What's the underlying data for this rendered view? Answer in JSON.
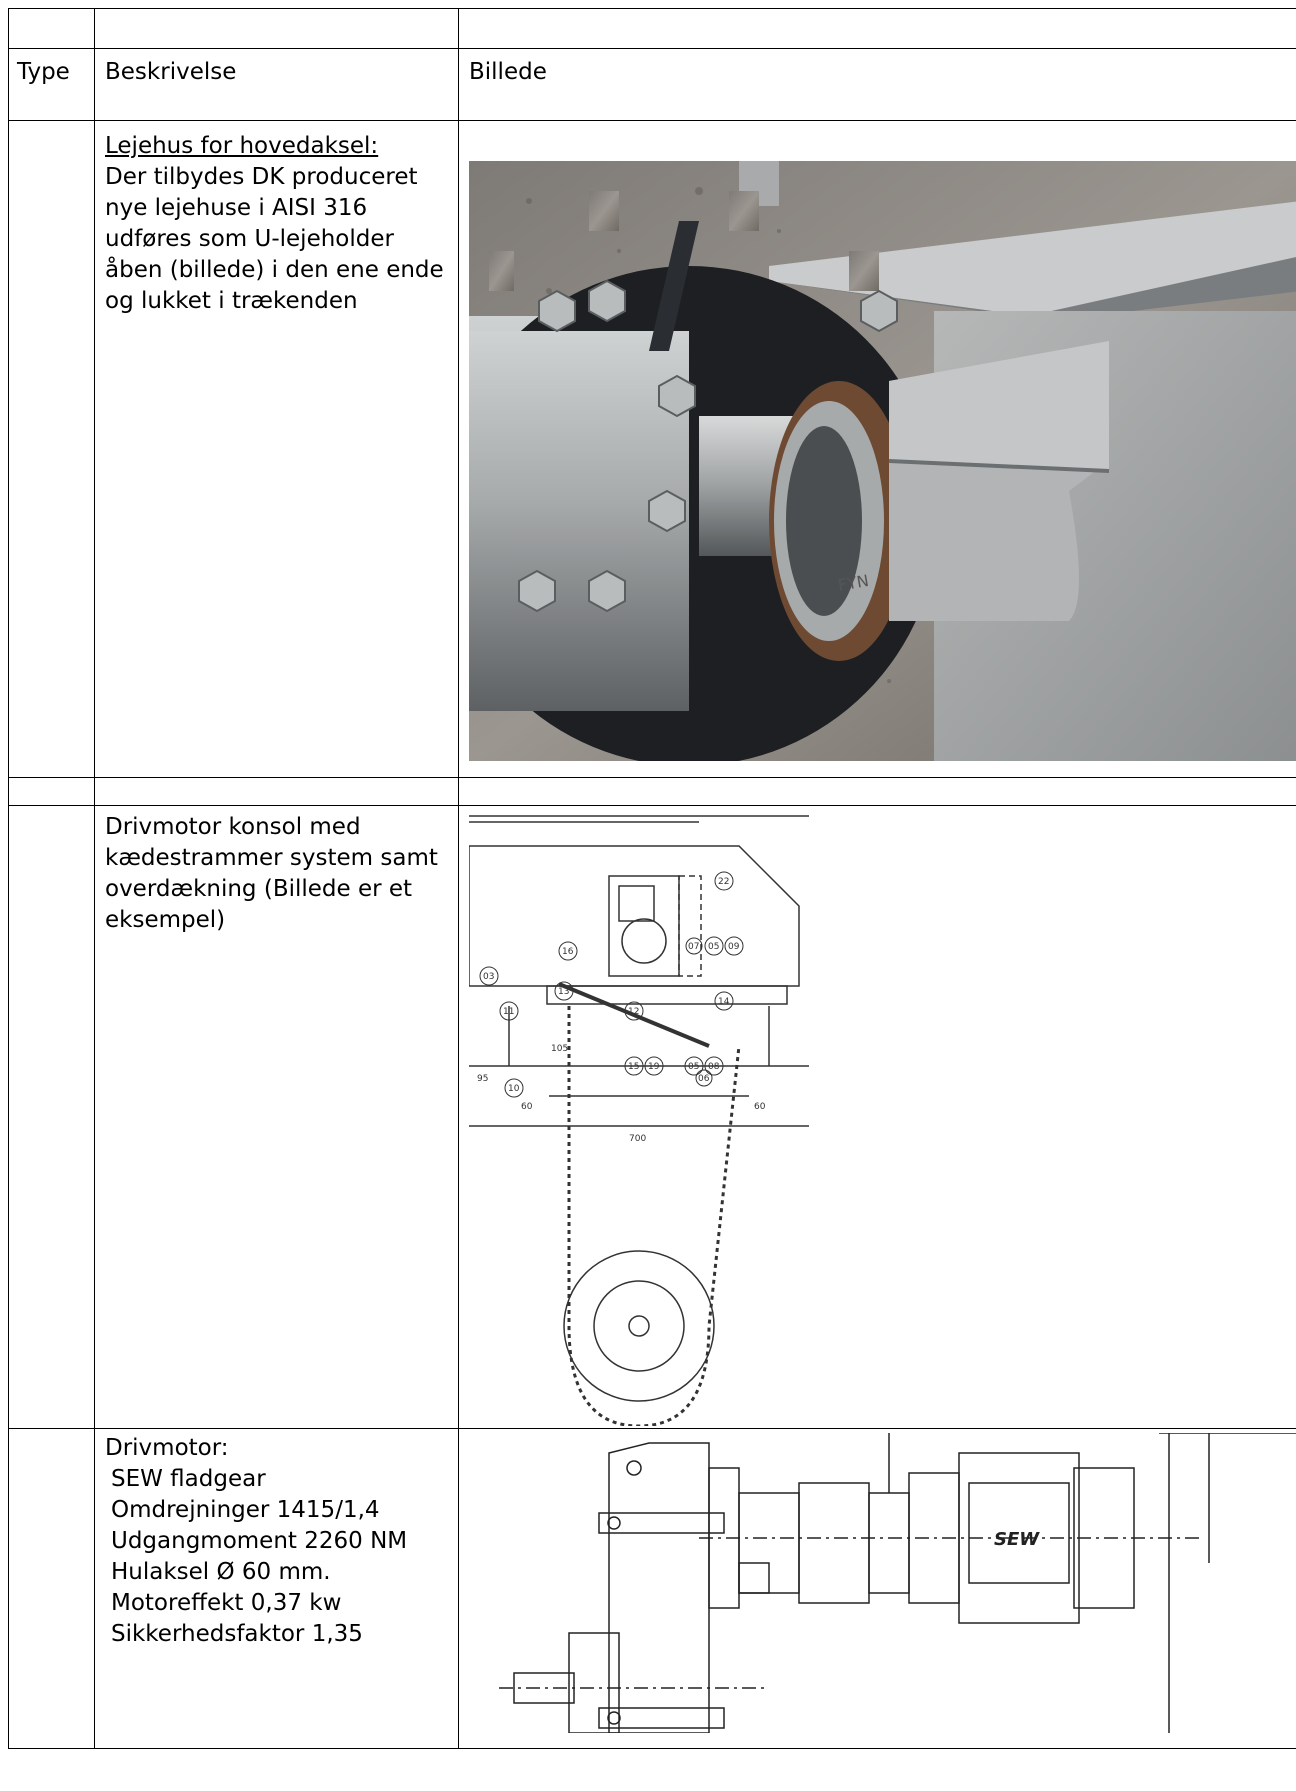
{
  "header": {
    "type": "Type",
    "description": "Beskrivelse",
    "image": "Billede"
  },
  "rows": [
    {
      "title": "Lejehus for hovedaksel:",
      "body": "Der tilbydes DK produceret nye lejehuse i AISI 316 udføres som U-lejeholder åben (billede) i den ene ende og lukket i trækenden",
      "photo_label": "FYN"
    },
    {
      "body": "Drivmotor konsol med kædestrammer system samt overdækning (Billede er et eksempel)",
      "drawing_labels": [
        "16",
        "03",
        "13",
        "07",
        "05",
        "09",
        "22",
        "11",
        "12",
        "14",
        "15",
        "19",
        "05",
        "08",
        "06",
        "10",
        "95",
        "105",
        "60",
        "60",
        "700"
      ]
    },
    {
      "title": "Drivmotor:",
      "lines": [
        "SEW fladgear",
        "Omdrejninger 1415/1,4",
        "Udgangmoment 2260 NM",
        "Hulaksel Ø 60 mm.",
        "Motoreffekt 0,37 kw",
        "Sikkerhedsfaktor 1,35"
      ],
      "brand_label": "SEW"
    }
  ]
}
